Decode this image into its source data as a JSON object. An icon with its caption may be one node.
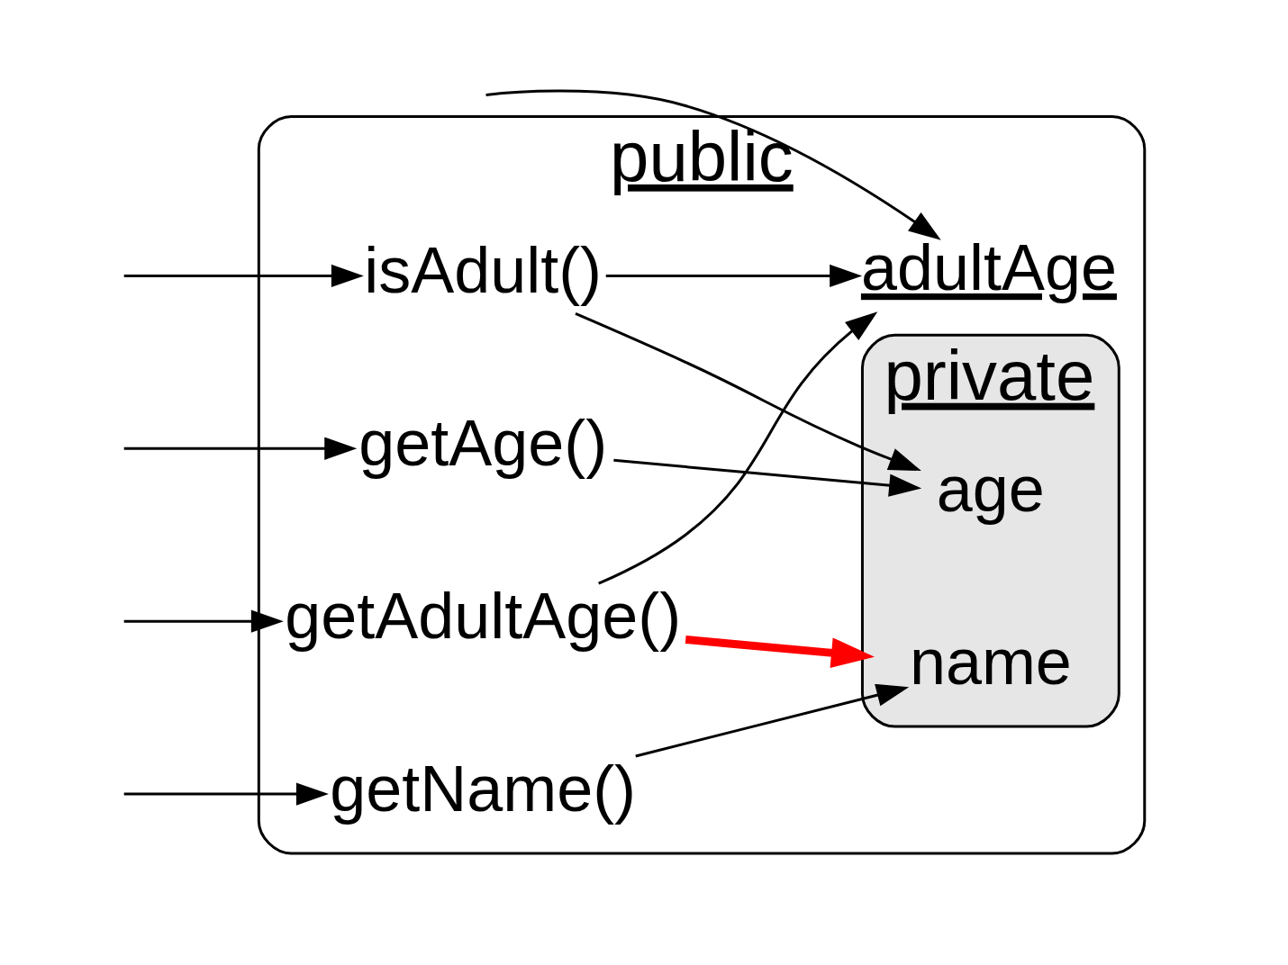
{
  "diagram": {
    "nodes": [
      {
        "text": [
          "public"
        ]
      },
      {
        "text": [
          "getName()"
        ],
        "in": 0
      },
      {
        "text": [
          "private"
        ],
        "in": 0
      },
      {
        "text": [
          "name"
        ],
        "in": 2
      },
      {
        "text": [
          "age"
        ],
        "in": 2
      },
      {
        "text": [
          "getAge()"
        ],
        "in": 0
      },
      {
        "text": [
          "isAdult()"
        ],
        "in": 0
      },
      {
        "text": [
          "getAdultAge()"
        ],
        "in": 0
      },
      {
        "text": [
          "adultAge"
        ],
        "in": 0
      }
    ],
    "edges": [
      {
        "from": null,
        "to": 1,
        "arrow": "to"
      },
      {
        "from": 1,
        "to": 3,
        "arrow": "to"
      },
      {
        "from": null,
        "to": 5,
        "arrow": "to"
      },
      {
        "from": 5,
        "to": 4,
        "arrow": "to"
      },
      {
        "from": null,
        "to": 6,
        "arrow": "to"
      },
      {
        "from": 6,
        "to": 4,
        "arrow": "to"
      },
      {
        "from": 6,
        "to": 8,
        "arrow": "to"
      },
      {
        "from": 7,
        "to": 2,
        "arrow": "to",
        "style": "thick",
        "color": "#ff0000"
      },
      {
        "from": null,
        "to": 7,
        "arrow": "to"
      },
      {
        "from": 7,
        "to": 8,
        "arrow": "to"
      },
      {
        "from": null,
        "to": 8,
        "arrow": "to"
      }
    ]
  }
}
